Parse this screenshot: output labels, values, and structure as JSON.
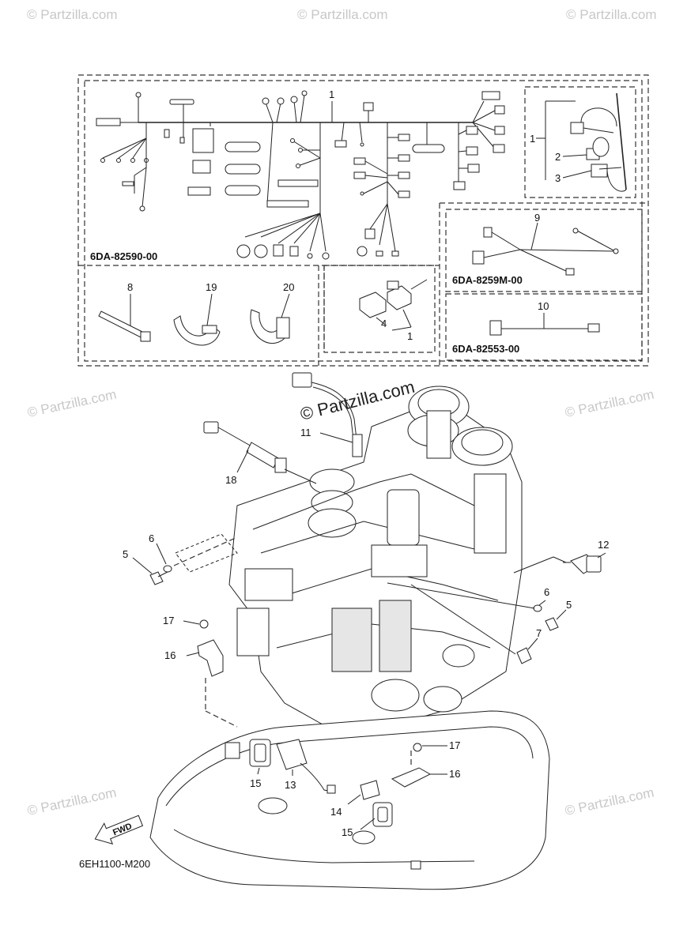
{
  "watermark": {
    "text": "© Partzilla.com",
    "center_text": "© Partzilla.com"
  },
  "kits": {
    "main_harness": "6DA-82590-00",
    "sub_harness_a": "6DA-8259M-00",
    "sub_harness_b": "6DA-82553-00"
  },
  "callouts": {
    "c1_main": "1",
    "c1_inset": "1",
    "c2_inset": "2",
    "c3_inset": "3",
    "c9": "9",
    "c10": "10",
    "c8": "8",
    "c19": "19",
    "c20": "20",
    "c4": "4",
    "c1_relay": "1",
    "c11": "11",
    "c18": "18",
    "c5_left": "5",
    "c6_left": "6",
    "c12": "12",
    "c6_right": "6",
    "c5_right": "5",
    "c7": "7",
    "c17_left": "17",
    "c16_left": "16",
    "c17_right": "17",
    "c16_right": "16",
    "c15_left": "15",
    "c13": "13",
    "c14": "14",
    "c15_right": "15"
  },
  "fwd_label": "FWD",
  "diagram_code": "6EH1100-M200"
}
